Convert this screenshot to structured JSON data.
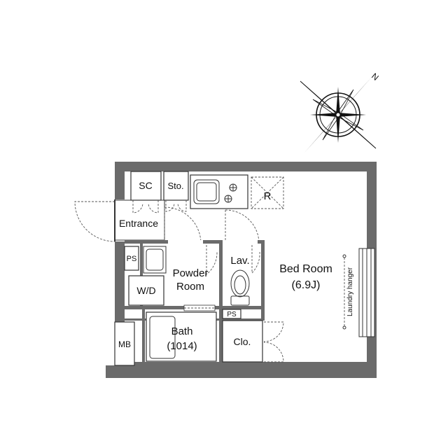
{
  "compass": {
    "north_label": "N"
  },
  "rooms": {
    "sc": "SC",
    "sto": "Sto.",
    "refrigerator": "R",
    "entrance": "Entrance",
    "ps_upper": "PS",
    "powder_room_line1": "Powder",
    "powder_room_line2": "Room",
    "wd": "W/D",
    "lav": "Lav.",
    "ps_lower": "PS",
    "bed_room_line1": "Bed Room",
    "bed_room_line2": "(6.9J)",
    "laundry_hanger": "Laundry hanger",
    "bath_line1": "Bath",
    "bath_line2": "(1014)",
    "clo": "Clo.",
    "mb": "MB"
  }
}
